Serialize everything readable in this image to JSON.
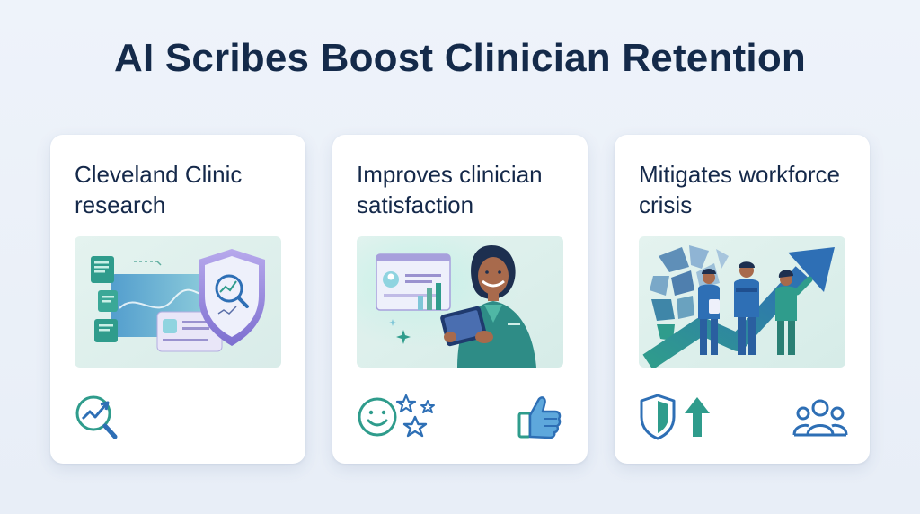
{
  "title": "AI Scribes Boost Clinician Retention",
  "cards": [
    {
      "title": "Cleveland Clinic research",
      "illustration": "document-shield-magnifier-illustration",
      "icons": [
        "trend-magnifier-icon"
      ]
    },
    {
      "title": "Improves clinician satisfaction",
      "illustration": "clinician-with-tablet-illustration",
      "icons": [
        "smile-stars-icon",
        "thumbs-up-icon"
      ]
    },
    {
      "title": "Mitigates workforce crisis",
      "illustration": "healthcare-team-growth-arrow-illustration",
      "icons": [
        "shield-icon",
        "arrow-up-icon",
        "team-icon"
      ]
    }
  ],
  "colors": {
    "background": "#eef3fa",
    "title_text": "#142a4a",
    "teal": "#2f9c8c",
    "blue": "#2e6fb5",
    "purple": "#8c7fd6",
    "illustration_bg": "#e3f2ef"
  }
}
